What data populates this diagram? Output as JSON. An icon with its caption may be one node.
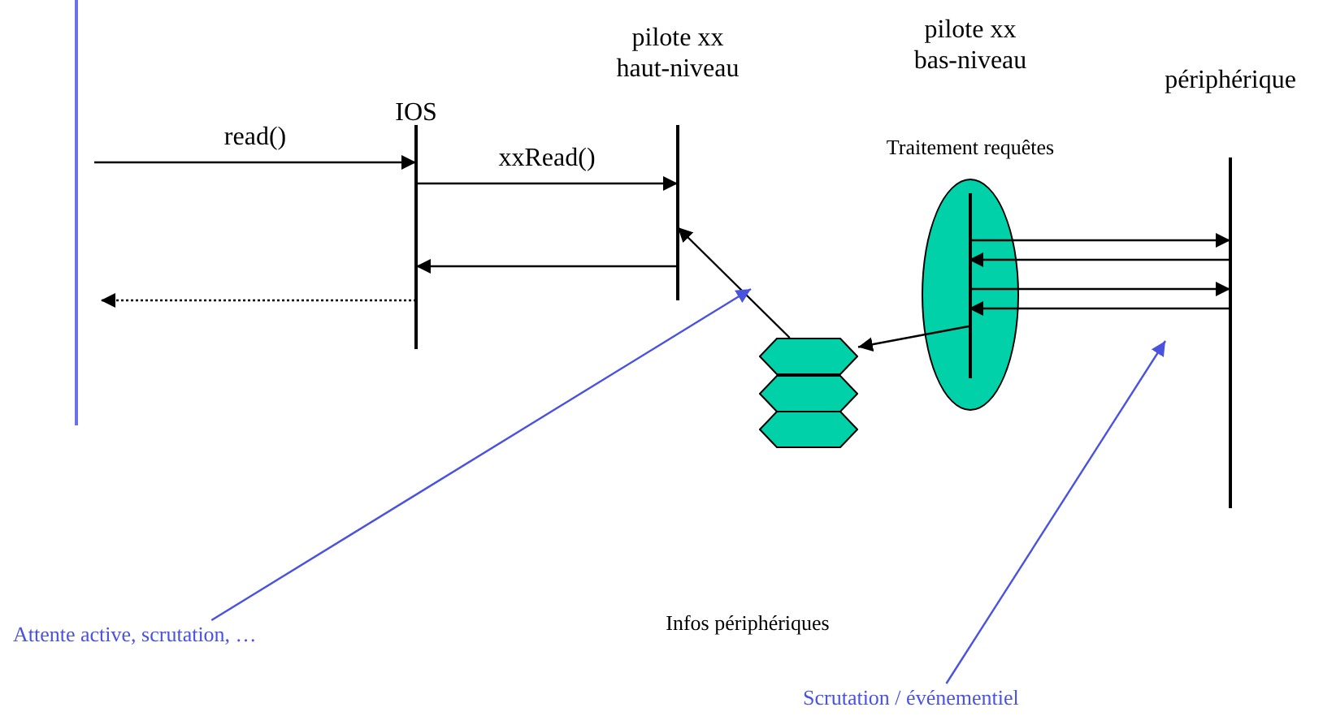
{
  "diagram": {
    "nodes": [
      {
        "text": [
          "IOS"
        ]
      },
      {
        "text": [
          "pilote xx haut-niveau"
        ]
      },
      {
        "text": [
          "pilote xx bas-niveau",
          "Traitement requêtes"
        ]
      },
      {
        "text": [],
        "shape": "bar",
        "in": 2
      },
      {
        "text": [
          "périphérique"
        ]
      },
      {
        "text": [],
        "shape": "hexagon"
      },
      {
        "text": [],
        "shape": "hexagon"
      },
      {
        "text": [],
        "shape": "hexagon"
      },
      {
        "text": [
          "Attente active, scrutation, …"
        ]
      },
      {
        "text": [
          "Scrutation / événementiel"
        ]
      }
    ],
    "edges": [
      {
        "from": null,
        "to": 0,
        "arrow": "to",
        "label": "read()"
      },
      {
        "from": 0,
        "to": 1,
        "arrow": "to",
        "label": "xxRead()"
      },
      {
        "from": 1,
        "to": 0,
        "arrow": "to"
      },
      {
        "from": 0,
        "to": null,
        "arrow": "to",
        "style": "dashed"
      },
      {
        "from": 5,
        "to": 1,
        "arrow": "to"
      },
      {
        "from": 3,
        "to": 5,
        "arrow": "to"
      },
      {
        "from": 3,
        "to": 4,
        "arrow": "to"
      },
      {
        "from": 4,
        "to": 3,
        "arrow": "to"
      },
      {
        "from": 3,
        "to": 4,
        "arrow": "to"
      },
      {
        "from": 4,
        "to": 3,
        "arrow": "to"
      },
      {
        "from": 8,
        "to": null,
        "arrow": "to",
        "color": "#4a52e0"
      },
      {
        "from": 9,
        "to": null,
        "arrow": "to",
        "color": "#4a52e0"
      }
    ],
    "labels": [
      "Infos périphériques"
    ]
  }
}
